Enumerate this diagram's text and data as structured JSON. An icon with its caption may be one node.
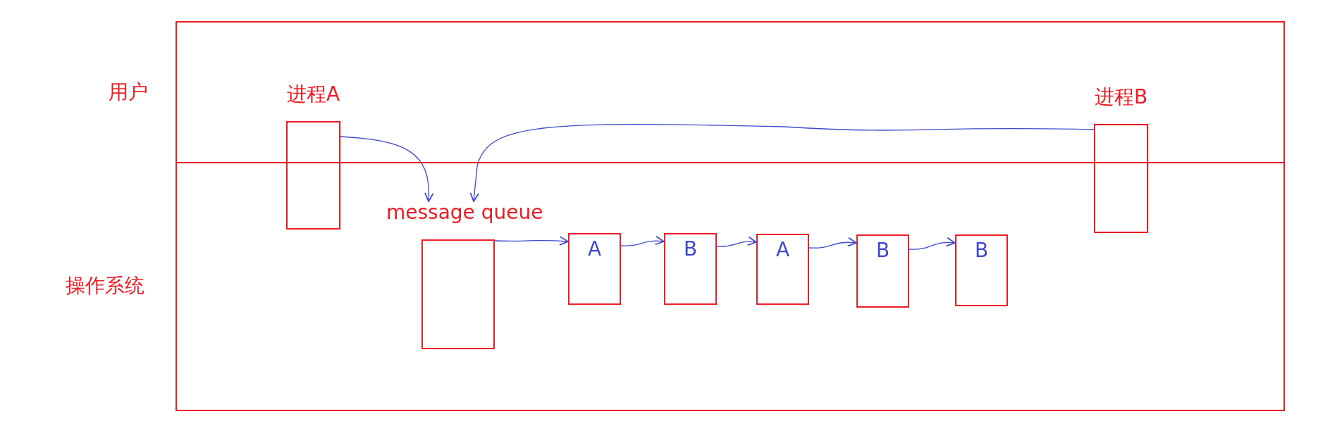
{
  "diagram": {
    "nodes": [
      {
        "text": [
          "进程A"
        ]
      },
      {
        "text": [
          "进程B"
        ]
      },
      {
        "text": [
          "message queue"
        ]
      },
      {
        "text": [
          "A"
        ]
      },
      {
        "text": [
          "B"
        ]
      },
      {
        "text": [
          "A"
        ]
      },
      {
        "text": [
          "B"
        ]
      },
      {
        "text": [
          "B"
        ]
      }
    ],
    "edges": [
      {
        "from": 0,
        "to": 2,
        "arrow": "to"
      },
      {
        "from": 1,
        "to": 2,
        "arrow": "to"
      },
      {
        "from": 2,
        "to": 3,
        "arrow": "to"
      },
      {
        "from": 3,
        "to": 4,
        "arrow": "to"
      },
      {
        "from": 4,
        "to": 5,
        "arrow": "to"
      },
      {
        "from": 5,
        "to": 6,
        "arrow": "to"
      },
      {
        "from": 6,
        "to": 7,
        "arrow": "to"
      }
    ],
    "labels": [
      "用户",
      "操作系统"
    ]
  }
}
